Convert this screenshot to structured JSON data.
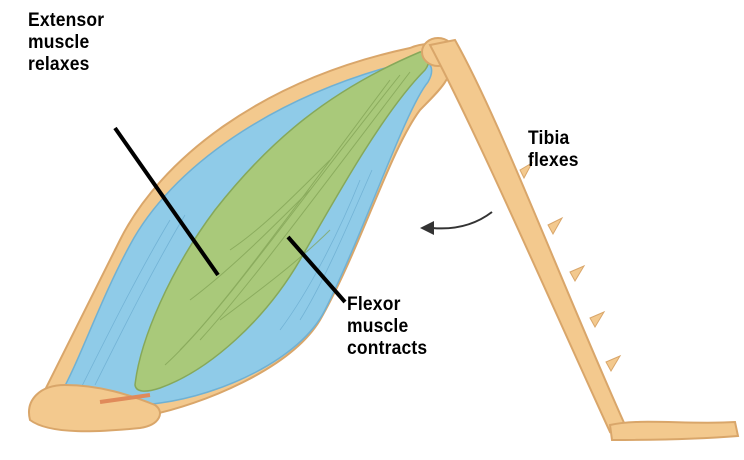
{
  "labels": {
    "extensor": [
      "Extensor",
      "muscle",
      "relaxes"
    ],
    "tibia": [
      "Tibia",
      "flexes"
    ],
    "flexor": [
      "Flexor",
      "muscle",
      "contracts"
    ]
  },
  "colors": {
    "exoskeleton": "#f3c98e",
    "exoskeleton_outline": "#d9a66a",
    "extensor_muscle": "#8fcbe8",
    "flexor_muscle": "#a9c97a",
    "leader_lines": "#000000"
  }
}
